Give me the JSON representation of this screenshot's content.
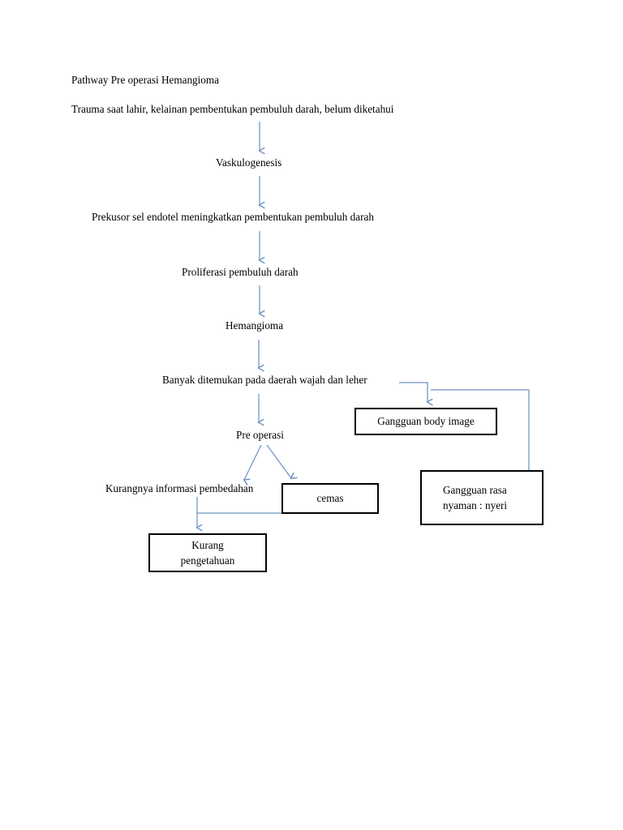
{
  "document": {
    "title": "Pathway Pre operasi Hemangioma",
    "subtitle": "Trauma saat lahir, kelainan pembentukan pembuluh darah, belum diketahui"
  },
  "theme": {
    "arrow_color": "#6d95c2",
    "box_border_color": "#000000",
    "text_color": "#000000",
    "page_background": "#ffffff"
  },
  "flow": {
    "type": "flowchart",
    "nodes": [
      {
        "id": "trauma",
        "label": "Trauma saat lahir, kelainan pembentukan pembuluh darah, belum diketahui",
        "shape": "plain"
      },
      {
        "id": "vaskulo",
        "label": "Vaskulogenesis",
        "shape": "plain"
      },
      {
        "id": "prekusor",
        "label": "Prekusor sel endotel meningkatkan pembentukan pembuluh darah",
        "shape": "plain"
      },
      {
        "id": "proliferasi",
        "label": "Proliferasi pembuluh darah",
        "shape": "plain"
      },
      {
        "id": "hemangioma",
        "label": "Hemangioma",
        "shape": "plain"
      },
      {
        "id": "banyak",
        "label": "Banyak ditemukan pada daerah wajah dan leher",
        "shape": "plain"
      },
      {
        "id": "preop",
        "label": "Pre operasi",
        "shape": "plain"
      },
      {
        "id": "kurangnya",
        "label": "Kurangnya informasi pembedahan",
        "shape": "plain"
      },
      {
        "id": "bodyimage",
        "label": "Gangguan body image",
        "shape": "box"
      },
      {
        "id": "cemas",
        "label": "cemas",
        "shape": "box"
      },
      {
        "id": "nyaman",
        "label_line1": "Gangguan rasa",
        "label_line2": "nyaman : nyeri",
        "shape": "box"
      },
      {
        "id": "kurangtahu",
        "label_line1": "Kurang",
        "label_line2": "pengetahuan",
        "shape": "box"
      }
    ],
    "edges": [
      {
        "from": "trauma",
        "to": "vaskulo",
        "style": "straight-down"
      },
      {
        "from": "vaskulo",
        "to": "prekusor",
        "style": "straight-down"
      },
      {
        "from": "prekusor",
        "to": "proliferasi",
        "style": "straight-down"
      },
      {
        "from": "proliferasi",
        "to": "hemangioma",
        "style": "straight-down"
      },
      {
        "from": "hemangioma",
        "to": "banyak",
        "style": "straight-down"
      },
      {
        "from": "banyak",
        "to": "preop",
        "style": "straight-down"
      },
      {
        "from": "banyak",
        "to": "bodyimage",
        "style": "elbow-right-down"
      },
      {
        "from": "banyak",
        "to": "nyaman",
        "style": "elbow-far-right-down"
      },
      {
        "from": "preop",
        "to": "kurangnya",
        "style": "diagonal-left-down"
      },
      {
        "from": "preop",
        "to": "cemas",
        "style": "diagonal-right-down"
      },
      {
        "from": "kurangnya",
        "to": "kurangtahu",
        "style": "straight-down"
      },
      {
        "from": "cemas",
        "to": "kurangtahu",
        "style": "elbow-left"
      }
    ]
  }
}
